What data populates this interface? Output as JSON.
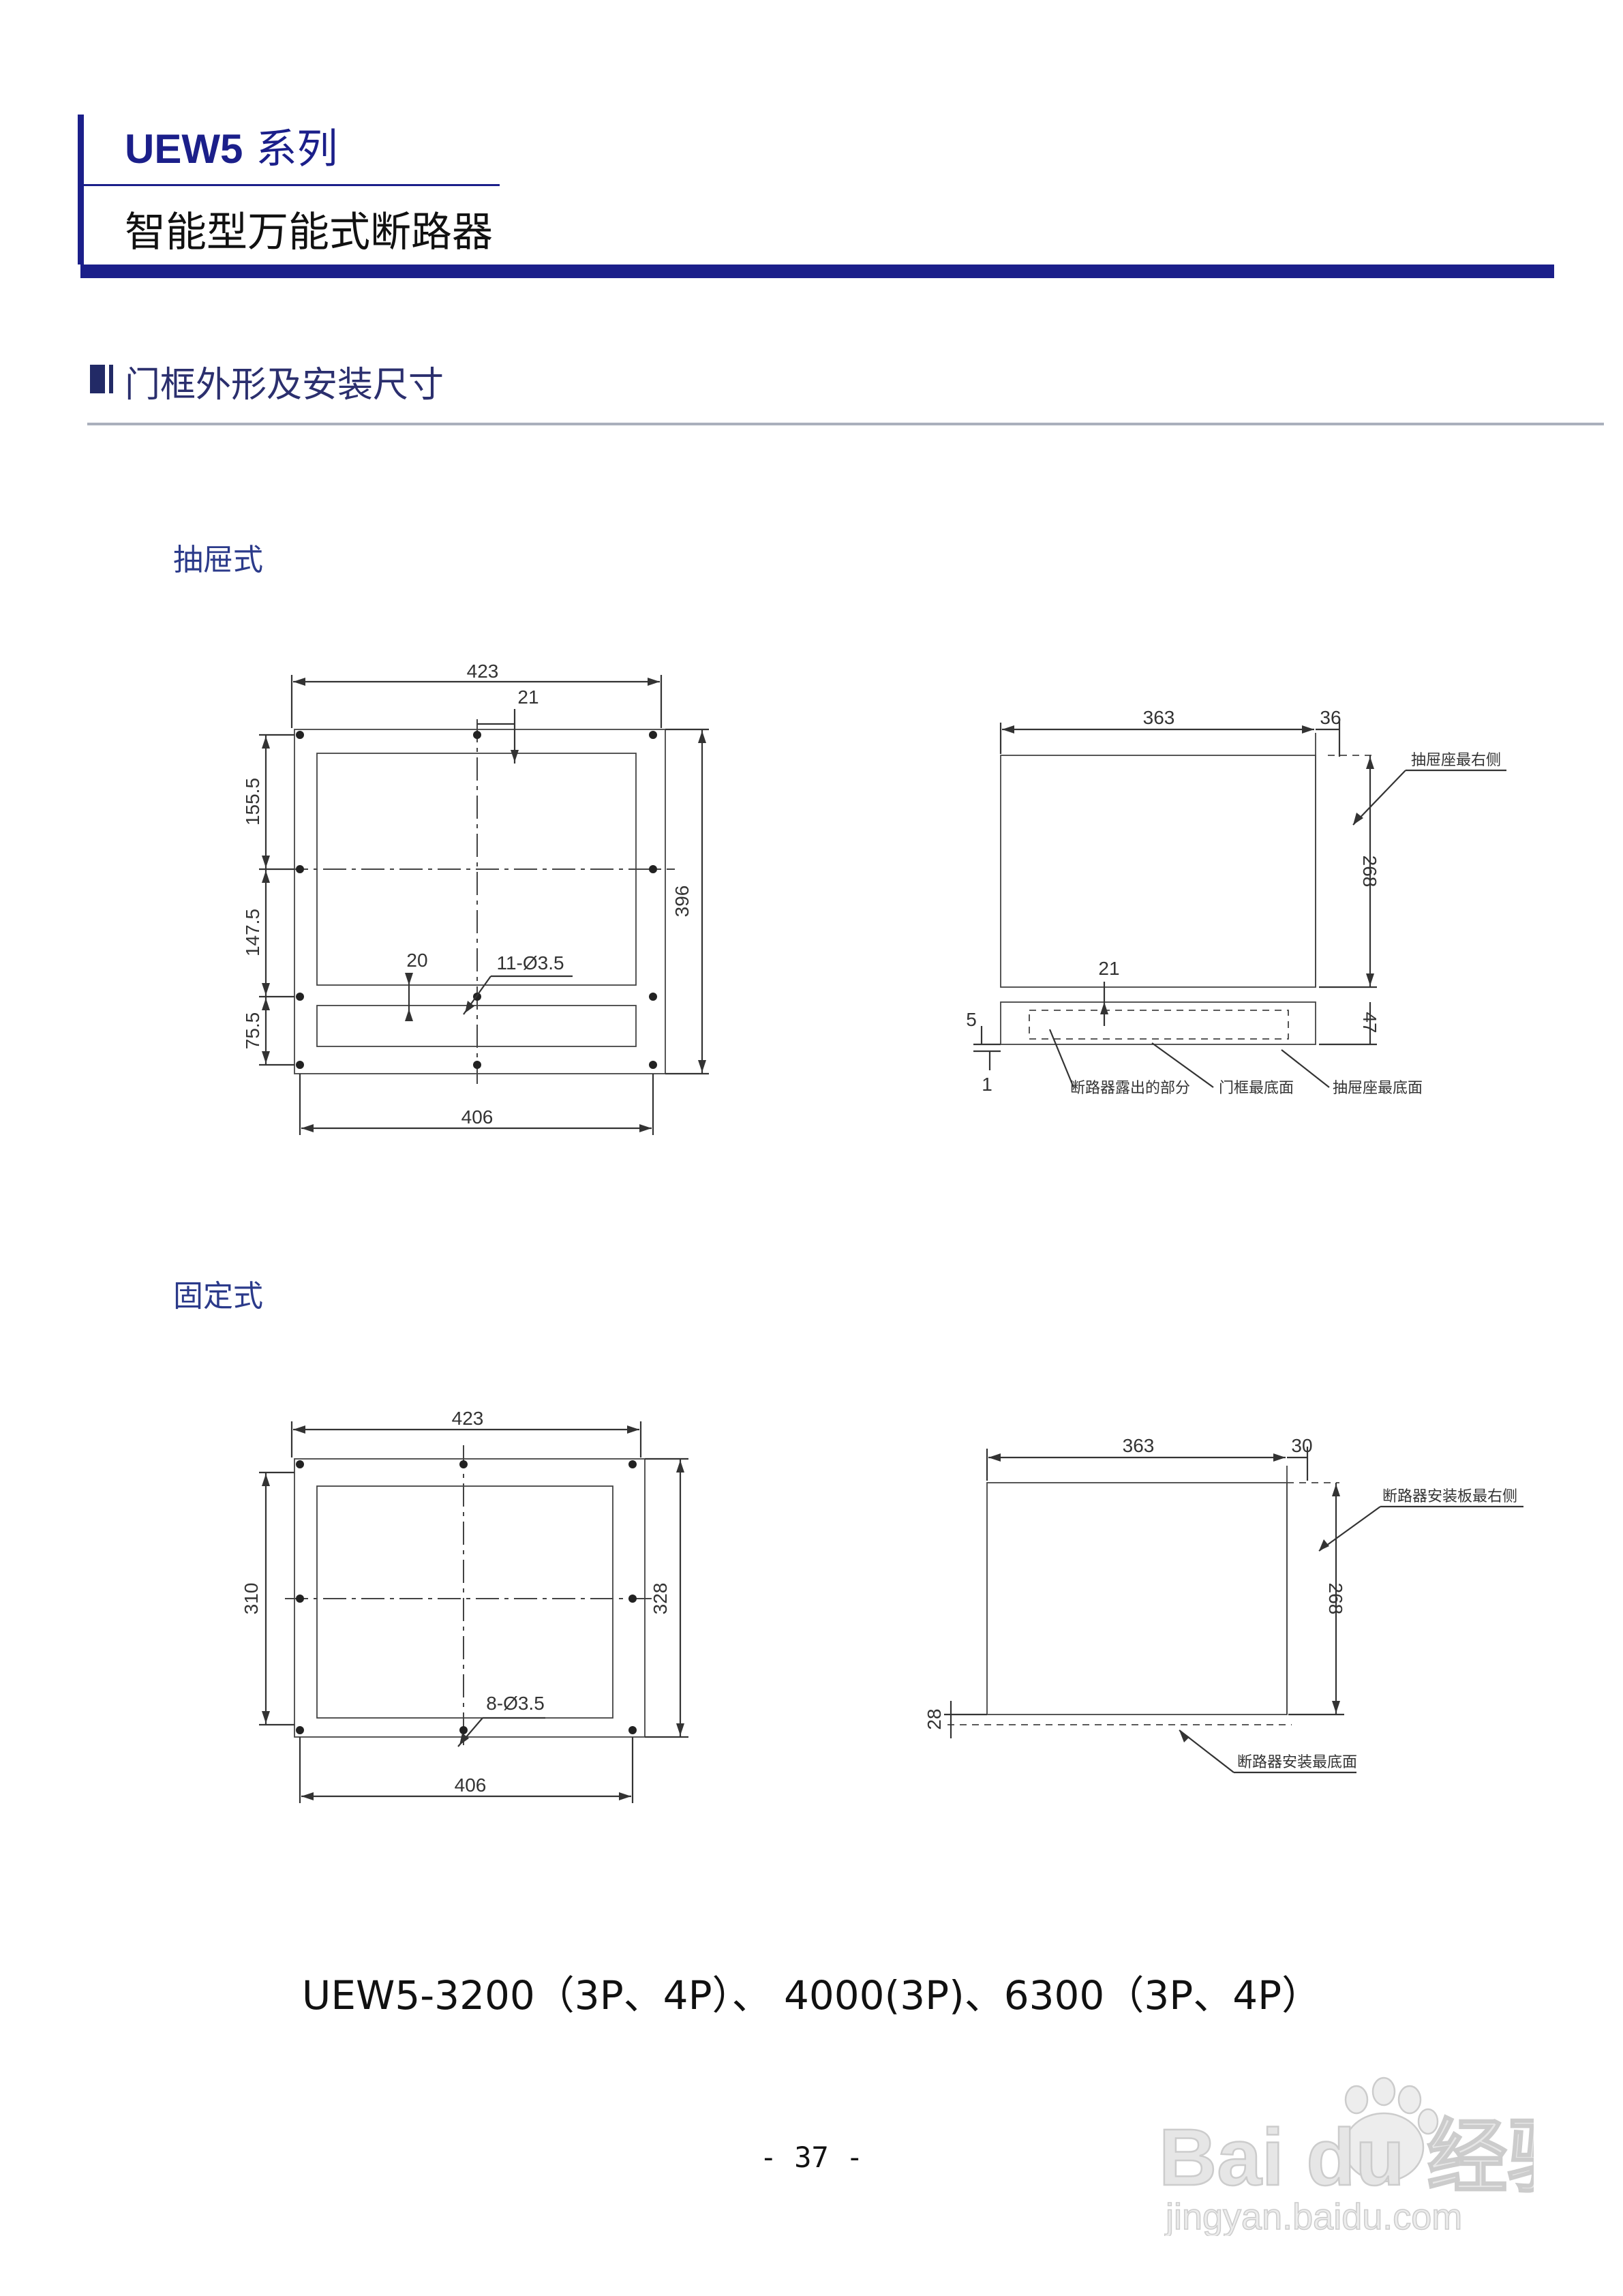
{
  "header": {
    "series_model": "UEW5",
    "series_suffix": "系列",
    "product_title": "智能型万能式断路器"
  },
  "section": {
    "title": "门框外形及安装尺寸"
  },
  "drawer_type": {
    "label": "抽屉式",
    "front": {
      "top_width": "423",
      "offset_top": "21",
      "height_top": "155.5",
      "height_mid": "147.5",
      "height_bottom": "75.5",
      "total_height": "396",
      "offset_20": "20",
      "holes": "11-Ø3.5",
      "bottom_width": "406"
    },
    "side": {
      "depth": "363",
      "offset_right": "36",
      "height": "268",
      "offset_21": "21",
      "offset_5": "5",
      "offset_1": "1",
      "bottom_height": "47",
      "note_right": "抽屉座最右侧",
      "note_exposed": "断路器露出的部分",
      "note_door": "门框最底面",
      "note_base": "抽屉座最底面"
    }
  },
  "fixed_type": {
    "label": "固定式",
    "front": {
      "top_width": "423",
      "inner_height": "310",
      "total_height": "328",
      "holes": "8-Ø3.5",
      "bottom_width": "406"
    },
    "side": {
      "depth": "363",
      "offset_right": "30",
      "height": "268",
      "bottom_offset": "28",
      "note_right": "断路器安装板最右侧",
      "note_base": "断路器安装最底面"
    }
  },
  "model_line": "UEW5-3200（3P、4P）、 4000(3P)、6300（3P、4P）",
  "page_number": "- 37 -",
  "watermark": {
    "brand": "Bai du 经验",
    "url": "jingyan.baidu.com"
  }
}
